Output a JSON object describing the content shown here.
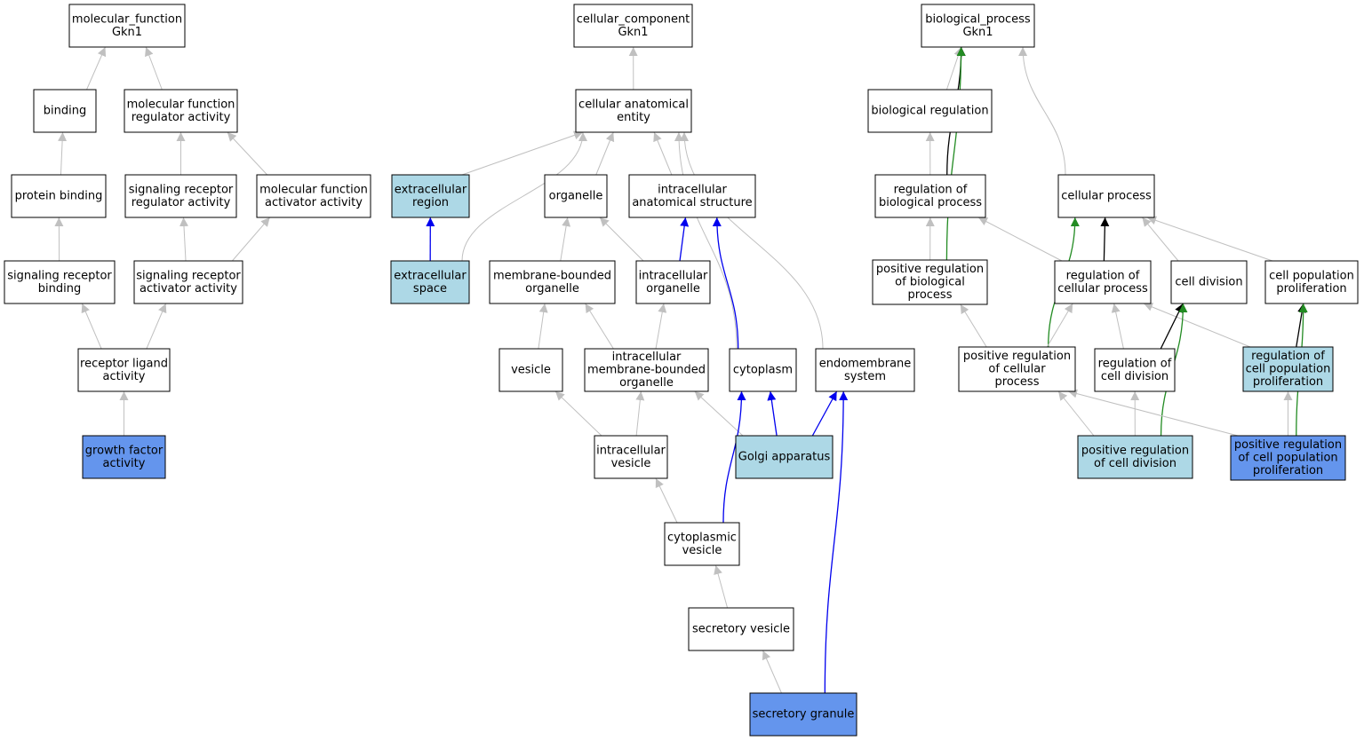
{
  "colors": {
    "plain": "#ffffff",
    "light": "#add8e6",
    "strong": "#6495ed",
    "edge_gray": "#c0c0c0",
    "edge_black": "#000000",
    "edge_blue": "#0000ee",
    "edge_green": "#228b22"
  },
  "nodes": [
    {
      "id": "mf_root",
      "lines": [
        "molecular_function",
        "Gkn1"
      ],
      "fill": "plain"
    },
    {
      "id": "binding",
      "lines": [
        "binding"
      ],
      "fill": "plain"
    },
    {
      "id": "mf_reg",
      "lines": [
        "molecular function",
        "regulator activity"
      ],
      "fill": "plain"
    },
    {
      "id": "protein_binding",
      "lines": [
        "protein binding"
      ],
      "fill": "plain"
    },
    {
      "id": "srra",
      "lines": [
        "signaling receptor",
        "regulator activity"
      ],
      "fill": "plain"
    },
    {
      "id": "mfaa",
      "lines": [
        "molecular function",
        "activator activity"
      ],
      "fill": "plain"
    },
    {
      "id": "srb",
      "lines": [
        "signaling receptor",
        "binding"
      ],
      "fill": "plain"
    },
    {
      "id": "sraa",
      "lines": [
        "signaling receptor",
        "activator activity"
      ],
      "fill": "plain"
    },
    {
      "id": "rla",
      "lines": [
        "receptor ligand",
        "activity"
      ],
      "fill": "plain"
    },
    {
      "id": "gfa",
      "lines": [
        "growth factor",
        "activity"
      ],
      "fill": "strong"
    },
    {
      "id": "cc_root",
      "lines": [
        "cellular_component",
        "Gkn1"
      ],
      "fill": "plain"
    },
    {
      "id": "cae",
      "lines": [
        "cellular anatomical",
        "entity"
      ],
      "fill": "plain"
    },
    {
      "id": "ecr",
      "lines": [
        "extracellular",
        "region"
      ],
      "fill": "light"
    },
    {
      "id": "organelle",
      "lines": [
        "organelle"
      ],
      "fill": "plain"
    },
    {
      "id": "ias",
      "lines": [
        "intracellular",
        "anatomical structure"
      ],
      "fill": "plain"
    },
    {
      "id": "ecs",
      "lines": [
        "extracellular",
        "space"
      ],
      "fill": "light"
    },
    {
      "id": "mbo",
      "lines": [
        "membrane-bounded",
        "organelle"
      ],
      "fill": "plain"
    },
    {
      "id": "io",
      "lines": [
        "intracellular",
        "organelle"
      ],
      "fill": "plain"
    },
    {
      "id": "vesicle",
      "lines": [
        "vesicle"
      ],
      "fill": "plain"
    },
    {
      "id": "imbo",
      "lines": [
        "intracellular",
        "membrane-bounded",
        "organelle"
      ],
      "fill": "plain"
    },
    {
      "id": "cytoplasm",
      "lines": [
        "cytoplasm"
      ],
      "fill": "plain"
    },
    {
      "id": "endo",
      "lines": [
        "endomembrane",
        "system"
      ],
      "fill": "plain"
    },
    {
      "id": "iv",
      "lines": [
        "intracellular",
        "vesicle"
      ],
      "fill": "plain"
    },
    {
      "id": "golgi",
      "lines": [
        "Golgi apparatus"
      ],
      "fill": "light"
    },
    {
      "id": "cv",
      "lines": [
        "cytoplasmic",
        "vesicle"
      ],
      "fill": "plain"
    },
    {
      "id": "sv",
      "lines": [
        "secretory vesicle"
      ],
      "fill": "plain"
    },
    {
      "id": "sg",
      "lines": [
        "secretory granule"
      ],
      "fill": "strong"
    },
    {
      "id": "bp_root",
      "lines": [
        "biological_process",
        "Gkn1"
      ],
      "fill": "plain"
    },
    {
      "id": "breg",
      "lines": [
        "biological regulation"
      ],
      "fill": "plain"
    },
    {
      "id": "rbp",
      "lines": [
        "regulation of",
        "biological process"
      ],
      "fill": "plain"
    },
    {
      "id": "cp",
      "lines": [
        "cellular process"
      ],
      "fill": "plain"
    },
    {
      "id": "prbp",
      "lines": [
        "positive regulation",
        "of biological",
        "process"
      ],
      "fill": "plain"
    },
    {
      "id": "rcp",
      "lines": [
        "regulation of",
        "cellular process"
      ],
      "fill": "plain"
    },
    {
      "id": "cd",
      "lines": [
        "cell division"
      ],
      "fill": "plain"
    },
    {
      "id": "cpp",
      "lines": [
        "cell population",
        "proliferation"
      ],
      "fill": "plain"
    },
    {
      "id": "prcp",
      "lines": [
        "positive regulation",
        "of cellular",
        "process"
      ],
      "fill": "plain"
    },
    {
      "id": "rcd",
      "lines": [
        "regulation of",
        "cell division"
      ],
      "fill": "plain"
    },
    {
      "id": "rcpp",
      "lines": [
        "regulation of",
        "cell population",
        "proliferation"
      ],
      "fill": "light"
    },
    {
      "id": "prcd",
      "lines": [
        "positive regulation",
        "of cell division"
      ],
      "fill": "light"
    },
    {
      "id": "prcpp",
      "lines": [
        "positive regulation",
        "of cell population",
        "proliferation"
      ],
      "fill": "strong"
    }
  ],
  "edges": [
    {
      "from": "binding",
      "to": "mf_root",
      "kind": "gray"
    },
    {
      "from": "mf_reg",
      "to": "mf_root",
      "kind": "gray"
    },
    {
      "from": "protein_binding",
      "to": "binding",
      "kind": "gray"
    },
    {
      "from": "srra",
      "to": "mf_reg",
      "kind": "gray"
    },
    {
      "from": "mfaa",
      "to": "mf_reg",
      "kind": "gray"
    },
    {
      "from": "srb",
      "to": "protein_binding",
      "kind": "gray"
    },
    {
      "from": "sraa",
      "to": "srra",
      "kind": "gray"
    },
    {
      "from": "sraa",
      "to": "mfaa",
      "kind": "gray"
    },
    {
      "from": "rla",
      "to": "srb",
      "kind": "gray"
    },
    {
      "from": "rla",
      "to": "sraa",
      "kind": "gray"
    },
    {
      "from": "gfa",
      "to": "rla",
      "kind": "gray"
    },
    {
      "from": "cae",
      "to": "cc_root",
      "kind": "gray"
    },
    {
      "from": "ecr",
      "to": "cae",
      "kind": "gray"
    },
    {
      "from": "organelle",
      "to": "cae",
      "kind": "gray"
    },
    {
      "from": "ias",
      "to": "cae",
      "kind": "gray"
    },
    {
      "from": "ecs",
      "to": "cae",
      "kind": "gray"
    },
    {
      "from": "cytoplasm",
      "to": "cae",
      "kind": "gray"
    },
    {
      "from": "endo",
      "to": "cae",
      "kind": "gray"
    },
    {
      "from": "ecs",
      "to": "ecr",
      "kind": "blue"
    },
    {
      "from": "mbo",
      "to": "organelle",
      "kind": "gray"
    },
    {
      "from": "io",
      "to": "organelle",
      "kind": "gray"
    },
    {
      "from": "io",
      "to": "ias",
      "kind": "blue"
    },
    {
      "from": "cytoplasm",
      "to": "ias",
      "kind": "blue"
    },
    {
      "from": "vesicle",
      "to": "mbo",
      "kind": "gray"
    },
    {
      "from": "imbo",
      "to": "mbo",
      "kind": "gray"
    },
    {
      "from": "imbo",
      "to": "io",
      "kind": "gray"
    },
    {
      "from": "iv",
      "to": "vesicle",
      "kind": "gray"
    },
    {
      "from": "iv",
      "to": "imbo",
      "kind": "gray"
    },
    {
      "from": "golgi",
      "to": "imbo",
      "kind": "gray"
    },
    {
      "from": "golgi",
      "to": "cytoplasm",
      "kind": "blue"
    },
    {
      "from": "golgi",
      "to": "endo",
      "kind": "blue"
    },
    {
      "from": "cv",
      "to": "iv",
      "kind": "gray"
    },
    {
      "from": "cv",
      "to": "cytoplasm",
      "kind": "blue"
    },
    {
      "from": "sv",
      "to": "cv",
      "kind": "gray"
    },
    {
      "from": "sg",
      "to": "sv",
      "kind": "gray"
    },
    {
      "from": "sg",
      "to": "endo",
      "kind": "blue"
    },
    {
      "from": "breg",
      "to": "bp_root",
      "kind": "gray"
    },
    {
      "from": "cp",
      "to": "bp_root",
      "kind": "gray"
    },
    {
      "from": "rbp",
      "to": "bp_root",
      "kind": "black"
    },
    {
      "from": "prbp",
      "to": "bp_root",
      "kind": "green"
    },
    {
      "from": "rbp",
      "to": "breg",
      "kind": "gray"
    },
    {
      "from": "prbp",
      "to": "rbp",
      "kind": "gray"
    },
    {
      "from": "rcp",
      "to": "rbp",
      "kind": "gray"
    },
    {
      "from": "rcp",
      "to": "cp",
      "kind": "black"
    },
    {
      "from": "cd",
      "to": "cp",
      "kind": "gray"
    },
    {
      "from": "cpp",
      "to": "cp",
      "kind": "gray"
    },
    {
      "from": "prcp",
      "to": "cp",
      "kind": "green"
    },
    {
      "from": "prcp",
      "to": "prbp",
      "kind": "gray"
    },
    {
      "from": "prcp",
      "to": "rcp",
      "kind": "gray"
    },
    {
      "from": "rcd",
      "to": "rcp",
      "kind": "gray"
    },
    {
      "from": "rcpp",
      "to": "rcp",
      "kind": "gray"
    },
    {
      "from": "rcd",
      "to": "cd",
      "kind": "black"
    },
    {
      "from": "prcd",
      "to": "cd",
      "kind": "green"
    },
    {
      "from": "rcpp",
      "to": "cpp",
      "kind": "black"
    },
    {
      "from": "prcpp",
      "to": "cpp",
      "kind": "green"
    },
    {
      "from": "prcd",
      "to": "prcp",
      "kind": "gray"
    },
    {
      "from": "prcd",
      "to": "rcd",
      "kind": "gray"
    },
    {
      "from": "prcpp",
      "to": "prcp",
      "kind": "gray"
    },
    {
      "from": "prcpp",
      "to": "rcpp",
      "kind": "gray"
    }
  ]
}
